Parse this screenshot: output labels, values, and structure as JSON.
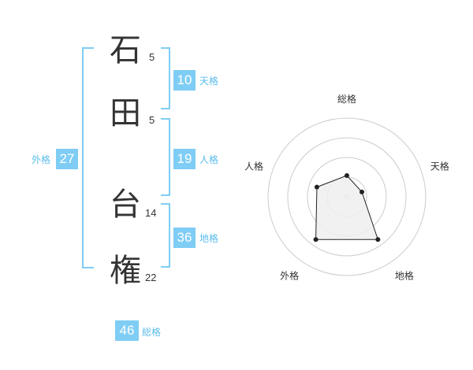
{
  "name": {
    "chars": [
      {
        "char": "石",
        "strokes": "5"
      },
      {
        "char": "田",
        "strokes": "5"
      },
      {
        "char": "台",
        "strokes": "14"
      },
      {
        "char": "権",
        "strokes": "22"
      }
    ]
  },
  "scores": {
    "tenkaku": {
      "value": "10",
      "label": "天格"
    },
    "jinkaku": {
      "value": "19",
      "label": "人格"
    },
    "chikaku": {
      "value": "36",
      "label": "地格"
    },
    "gaikaku": {
      "value": "27",
      "label": "外格"
    },
    "soukaku": {
      "value": "46",
      "label": "総格"
    }
  },
  "chart_data": {
    "type": "radar",
    "axes": [
      "総格",
      "天格",
      "地格",
      "外格",
      "人格"
    ],
    "values": [
      0.27,
      0.2,
      0.67,
      0.67,
      0.4
    ],
    "range": [
      0,
      1
    ],
    "rings": 4
  },
  "colors": {
    "accent": "#7fcdf5",
    "accent_text": "#5bbcec",
    "text": "#333333",
    "grid": "#cccccc",
    "fill": "#eeeeee"
  }
}
